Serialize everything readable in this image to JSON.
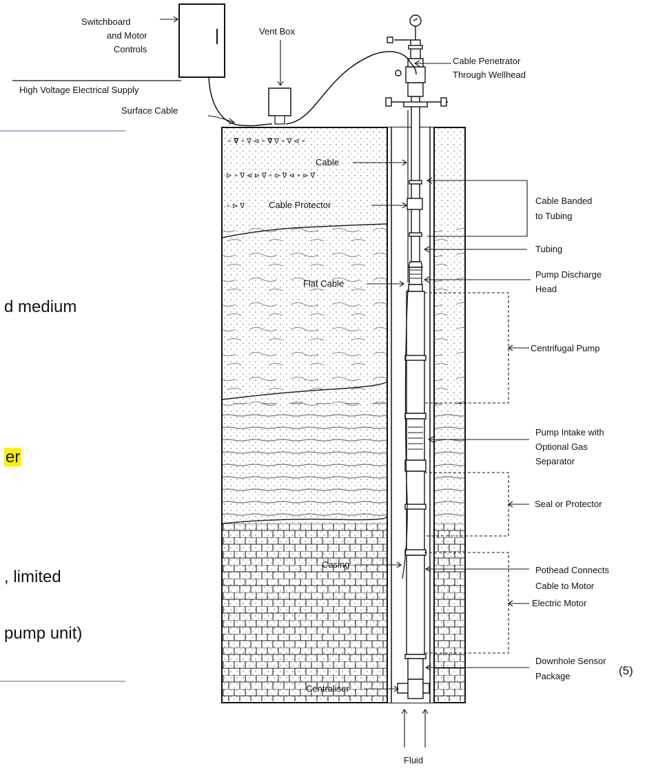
{
  "slide": {
    "fragments": [
      "d  medium",
      "er",
      ", limited",
      "pump unit)"
    ],
    "citation": "(5)"
  },
  "diagram": {
    "labels": {
      "switchboard_l1": "Switchboard",
      "switchboard_l2": "and Motor",
      "switchboard_l3": "Controls",
      "vent_box": "Vent Box",
      "high_voltage": "High Voltage Electrical Supply",
      "surface_cable": "Surface Cable",
      "cable_penetrator_l1": "Cable Penetrator",
      "cable_penetrator_l2": "Through Wellhead",
      "cable": "Cable",
      "cable_protector": "Cable Protector",
      "cable_banded_l1": "Cable Banded",
      "cable_banded_l2": "to Tubing",
      "tubing": "Tubing",
      "discharge_head_l1": "Pump Discharge",
      "discharge_head_l2": "Head",
      "flat_cable": "Flat Cable",
      "centrifugal_pump": "Centrifugal Pump",
      "pump_intake_l1": "Pump Intake with",
      "pump_intake_l2": "Optional Gas",
      "pump_intake_l3": "Separator",
      "seal_protector": "Seal or Protector",
      "pothead_l1": "Pothead Connects",
      "pothead_l2": "Cable to Motor",
      "electric_motor": "Electric Motor",
      "casing": "Casing",
      "sensor_l1": "Downhole Sensor",
      "sensor_l2": "Package",
      "centraliser": "Centraliser",
      "fluid": "Fluid"
    }
  }
}
